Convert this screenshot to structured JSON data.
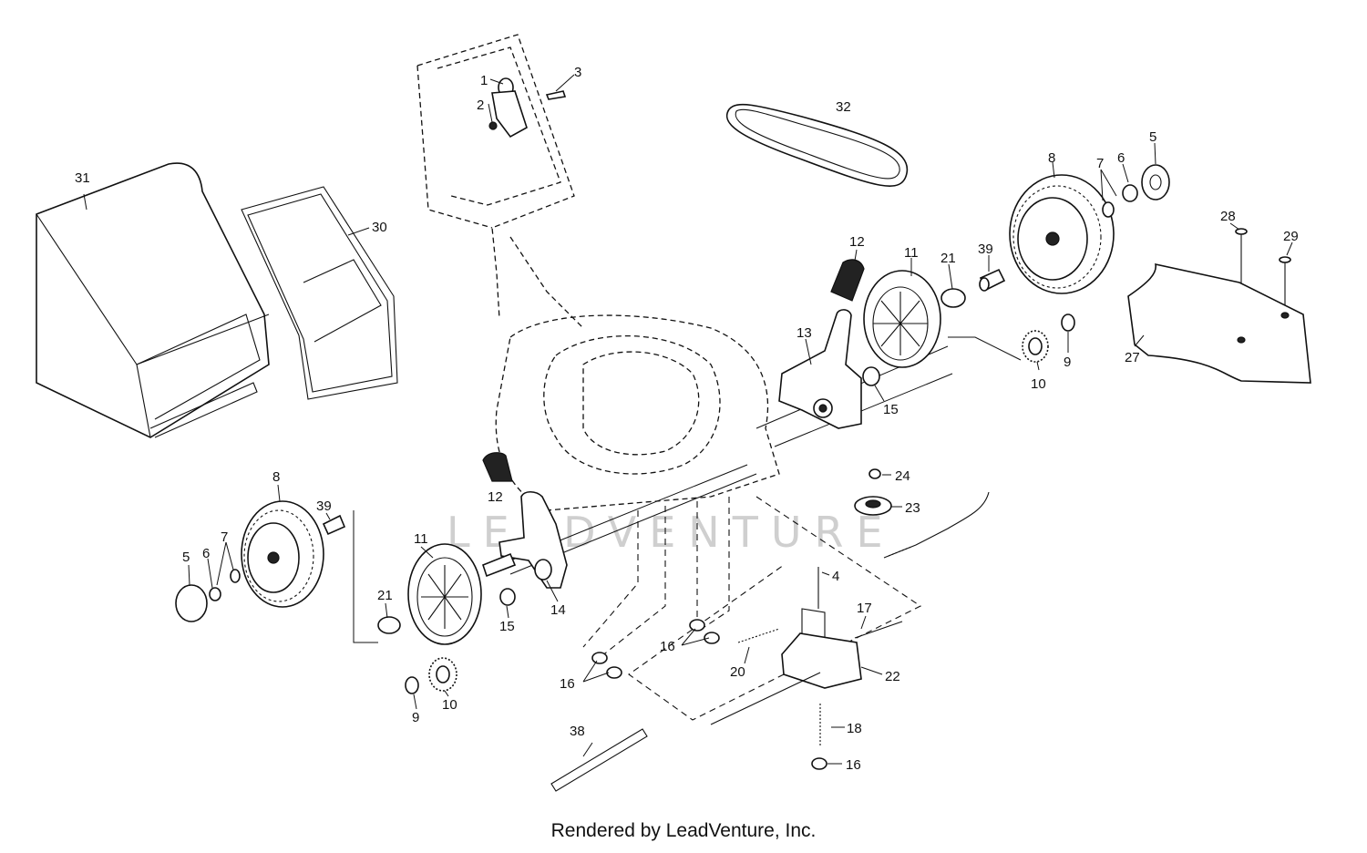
{
  "watermark": "LEADVENTURE",
  "footer": "Rendered by LeadVenture, Inc.",
  "callouts": {
    "c1": "1",
    "c2": "2",
    "c3": "3",
    "c32": "32",
    "c31": "31",
    "c30": "30",
    "c8r": "8",
    "c7r": "7",
    "c6r": "6",
    "c5r": "5",
    "c12r": "12",
    "c11r": "11",
    "c21r": "21",
    "c39r": "39",
    "c28": "28",
    "c29": "29",
    "c27": "27",
    "c13": "13",
    "c15r": "15",
    "c10r": "10",
    "c9r": "9",
    "c24": "24",
    "c23": "23",
    "c4": "4",
    "c17": "17",
    "c22": "22",
    "c20": "20",
    "c18": "18",
    "c16c": "16",
    "c16a": "16",
    "c16b": "16",
    "c12l": "12",
    "c14": "14",
    "c11l": "11",
    "c15l": "15",
    "c8l": "8",
    "c39l": "39",
    "c7l": "7",
    "c6l": "6",
    "c5l": "5",
    "c21l": "21",
    "c10l": "10",
    "c9l": "9",
    "c38": "38"
  }
}
